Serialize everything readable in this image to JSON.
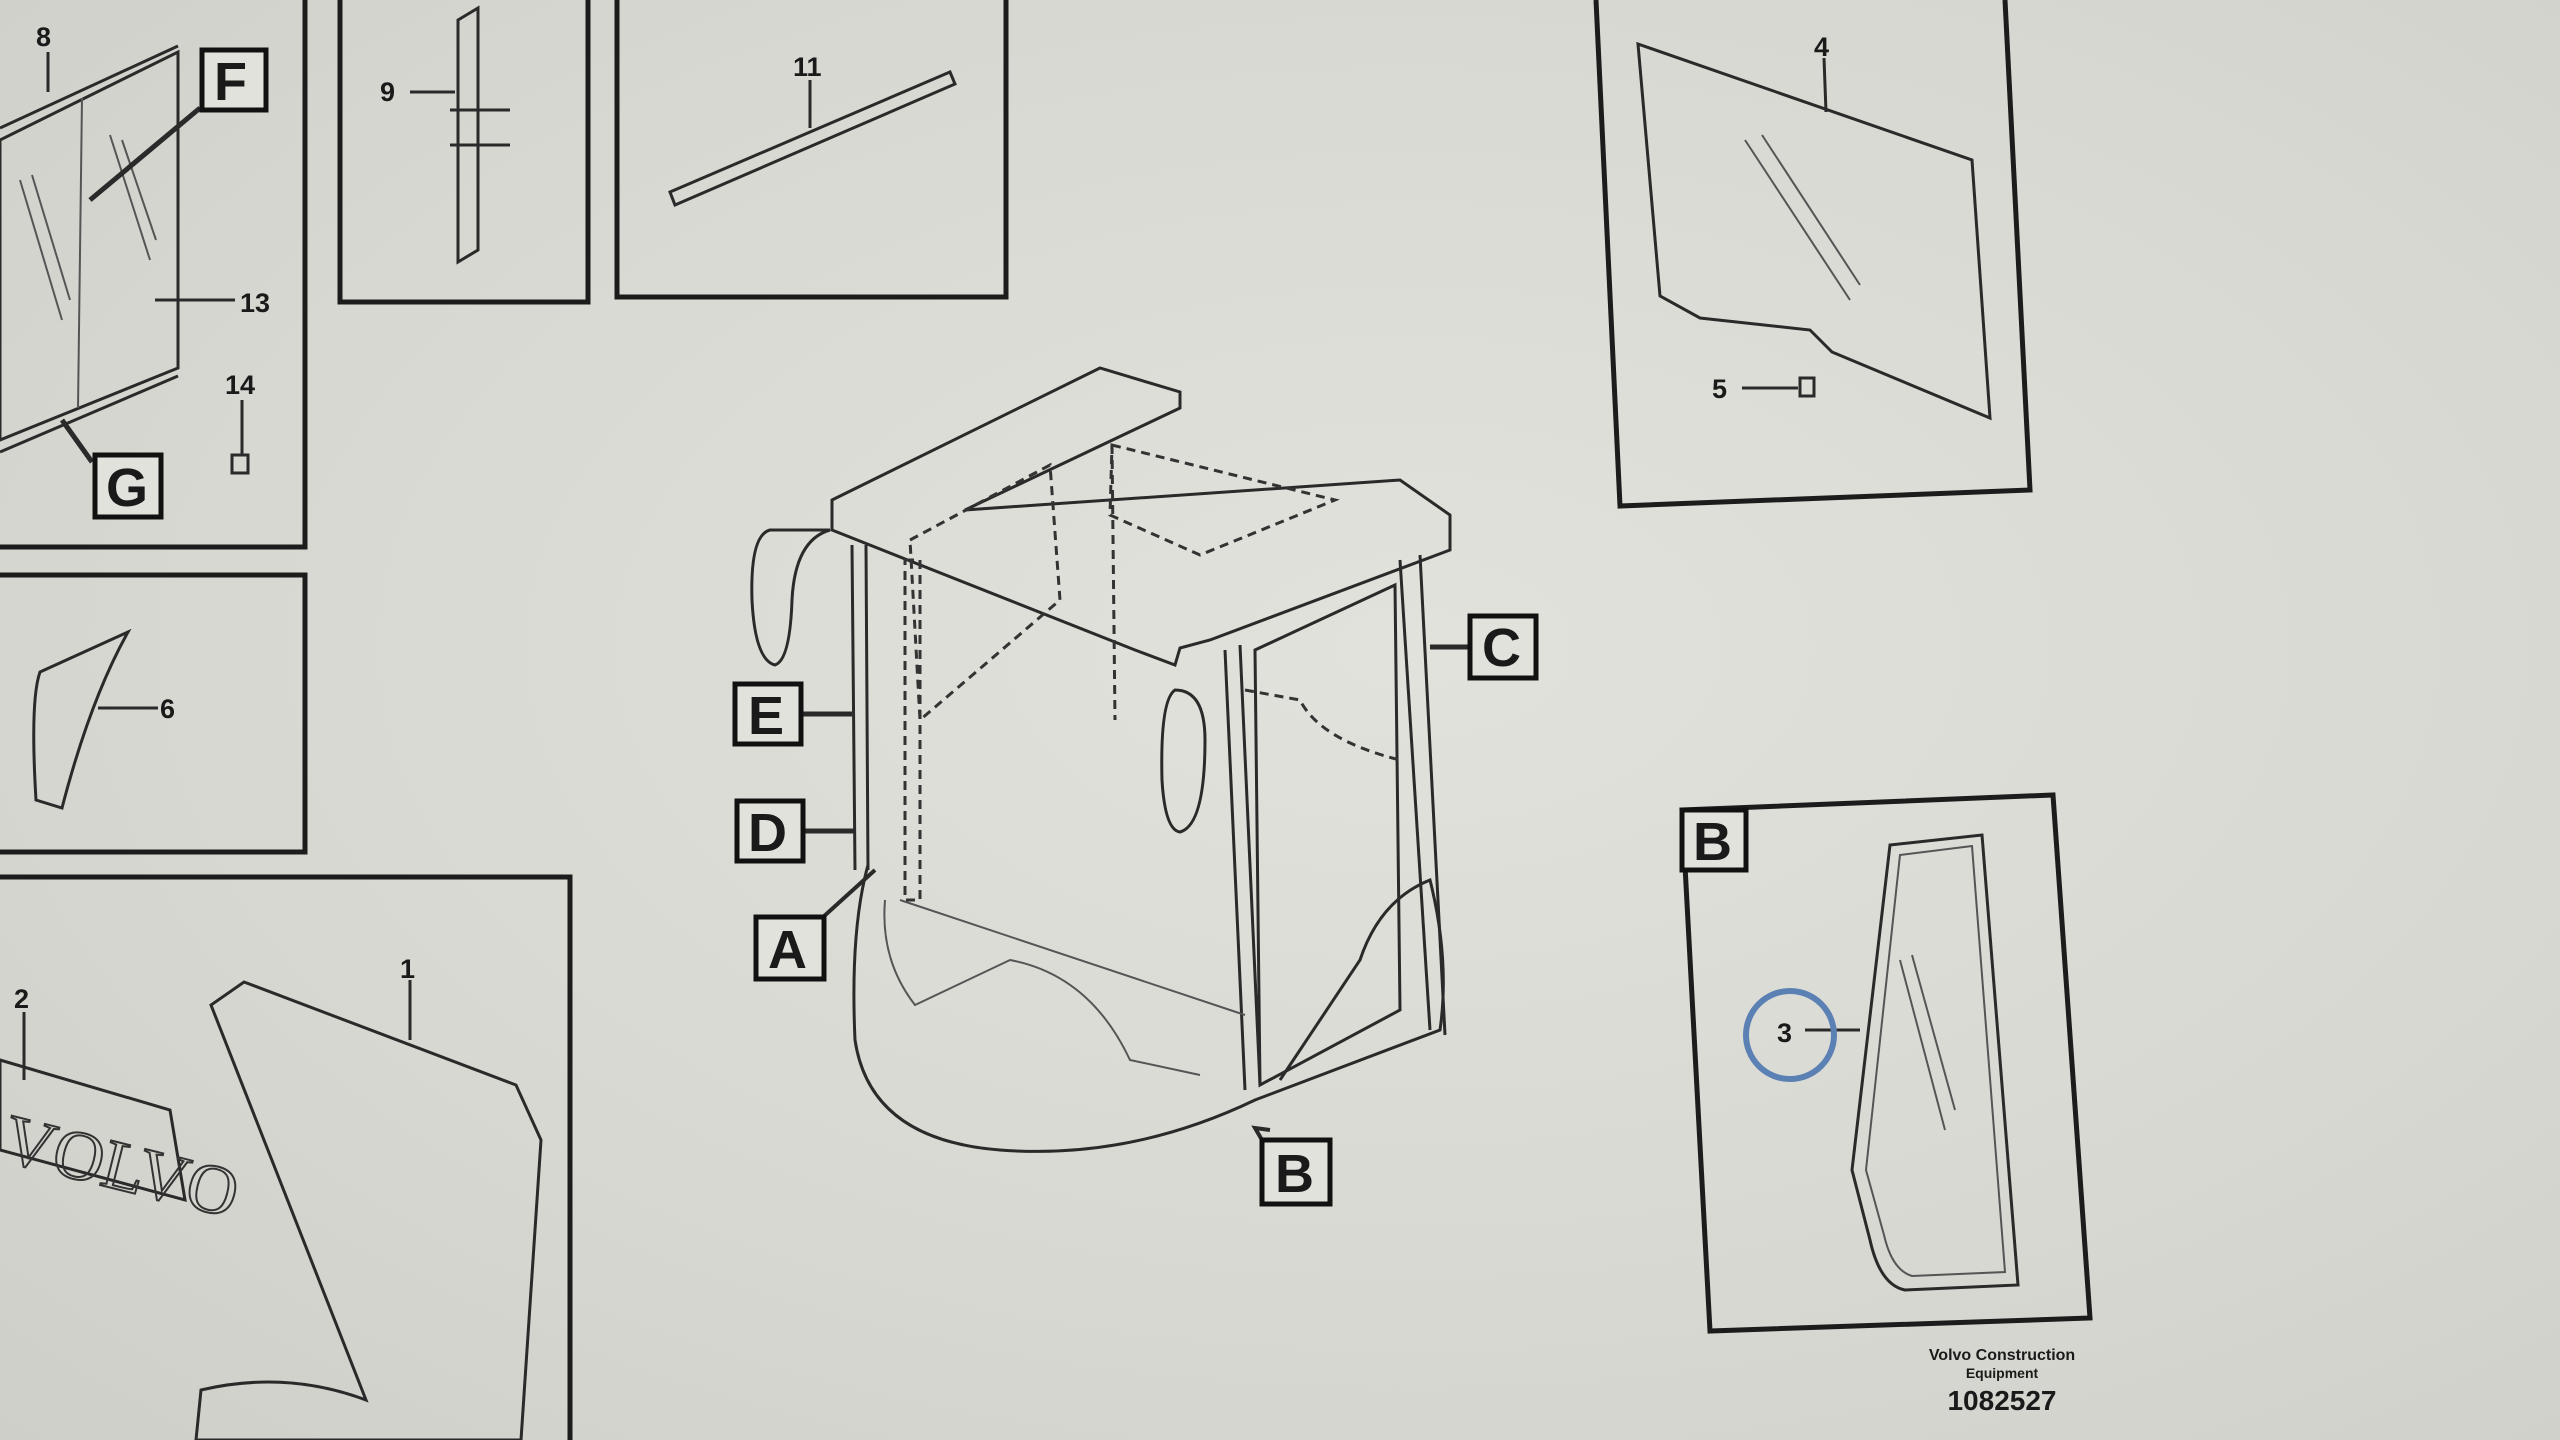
{
  "diagram": {
    "callouts": {
      "F": "F",
      "G": "G",
      "E": "E",
      "D": "D",
      "A": "A",
      "C": "C",
      "B_cab": "B",
      "B_detail": "B"
    },
    "part_numbers": {
      "p8": "8",
      "p13": "13",
      "p14": "14",
      "p9": "9",
      "p11": "11",
      "p4": "4",
      "p5": "5",
      "p6": "6",
      "p2": "2",
      "p1": "1",
      "p3": "3"
    },
    "logo_text": "VOLVO",
    "highlight_color": "#5a80b4"
  },
  "footer": {
    "company_line1": "Volvo Construction",
    "company_line2": "Equipment",
    "drawing_number": "1082527"
  }
}
